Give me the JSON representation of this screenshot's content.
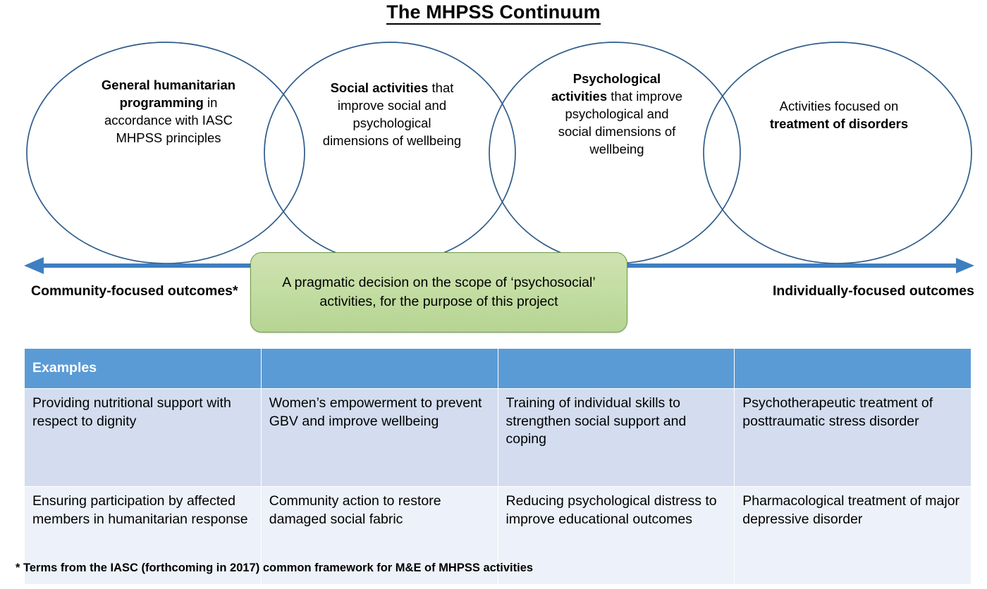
{
  "title": "The MHPSS Continuum",
  "ellipses": [
    {
      "bold_lead": "General humanitarian programming",
      "rest": " in accordance with IASC MHPSS principles",
      "bold_trail": ""
    },
    {
      "bold_lead": "Social activities",
      "rest": " that improve social and psychological dimensions of wellbeing",
      "bold_trail": ""
    },
    {
      "bold_lead": "Psychological activities",
      "rest": " that improve psychological and social dimensions of wellbeing",
      "bold_trail": ""
    },
    {
      "bold_lead": "",
      "rest": "Activities focused on ",
      "bold_trail": "treatment of disorders"
    }
  ],
  "callout": {
    "text": "A pragmatic decision on the scope of ‘psychosocial’ activities, for the purpose of this project"
  },
  "axis": {
    "left_label": "Community-focused outcomes*",
    "right_label": "Individually-focused outcomes",
    "arrow_color": "#3E7FC1"
  },
  "table": {
    "header": [
      "Examples",
      "",
      "",
      ""
    ],
    "rows": [
      [
        "Providing nutritional support with respect to dignity",
        "Women’s empowerment to prevent GBV and improve wellbeing",
        "Training of individual skills to strengthen social support and coping",
        "Psychotherapeutic treatment of posttraumatic stress disorder"
      ],
      [
        "Ensuring participation by affected members in humanitarian response",
        "Community action to restore damaged social fabric",
        "Reducing psychological distress to improve educational outcomes",
        "Pharmacological treatment of major depressive disorder"
      ]
    ],
    "header_color": "#5B9BD5",
    "row_a_color": "#D3DDEF",
    "row_b_color": "#EDF1F9"
  },
  "footnote": "* Terms from the IASC (forthcoming in 2017) common framework for M&E of MHPSS activities",
  "colors": {
    "ellipse_stroke": "#2E5C8A",
    "callout_fill": "#C3DDA2",
    "callout_stroke": "#6F9B47"
  }
}
